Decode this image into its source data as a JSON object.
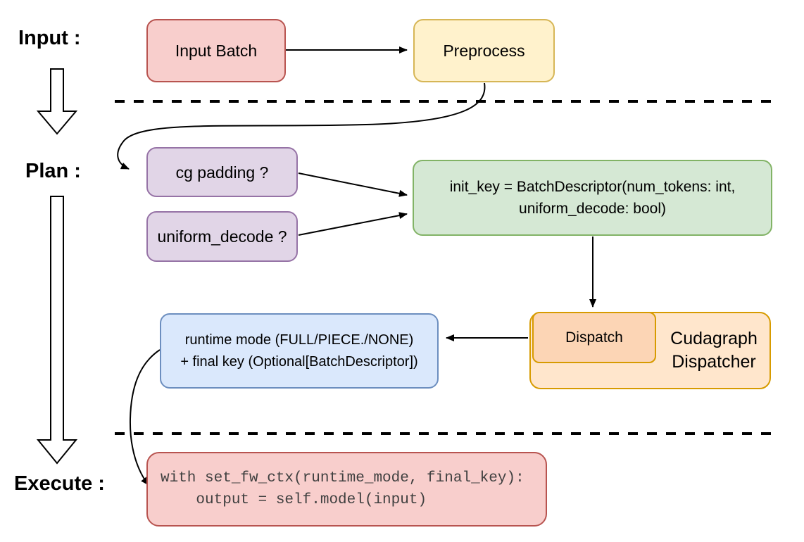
{
  "stage_labels": {
    "input": "Input :",
    "plan": "Plan :",
    "execute": "Execute :"
  },
  "nodes": {
    "input_batch": {
      "label": "Input Batch",
      "fill": "#f8cecc",
      "border": "#b85450"
    },
    "preprocess": {
      "label": "Preprocess",
      "fill": "#fff2cc",
      "border": "#d6b656"
    },
    "cg_padding": {
      "label": "cg padding ?",
      "fill": "#e1d5e7",
      "border": "#9673a6"
    },
    "uniform_decode": {
      "label": "uniform_decode ?",
      "fill": "#e1d5e7",
      "border": "#9673a6"
    },
    "init_key": {
      "line1": "init_key = BatchDescriptor(num_tokens: int,",
      "line2": "uniform_decode: bool)",
      "fill": "#d5e8d4",
      "border": "#82b366"
    },
    "dispatch": {
      "label": "Dispatch",
      "fill": "#fcd5b5",
      "border": "#d79b00"
    },
    "cudagraph_dispatcher": {
      "line1": "Cudagraph",
      "line2": "Dispatcher",
      "fill": "#ffe6cc",
      "border": "#d79b00"
    },
    "runtime_result": {
      "line1": "runtime mode (FULL/PIECE./NONE)",
      "line2": "+ final key (Optional[BatchDescriptor])",
      "fill": "#dae8fc",
      "border": "#6c8ebf"
    },
    "execute_code": {
      "line1": "with set_fw_ctx(runtime_mode, final_key):",
      "line2": "    output = self.model(input)",
      "fill": "#f8cecc",
      "border": "#b85450"
    }
  },
  "colors": {
    "connector": "#000000",
    "separator": "#000000",
    "code_text": "#404040",
    "background": "#ffffff"
  }
}
